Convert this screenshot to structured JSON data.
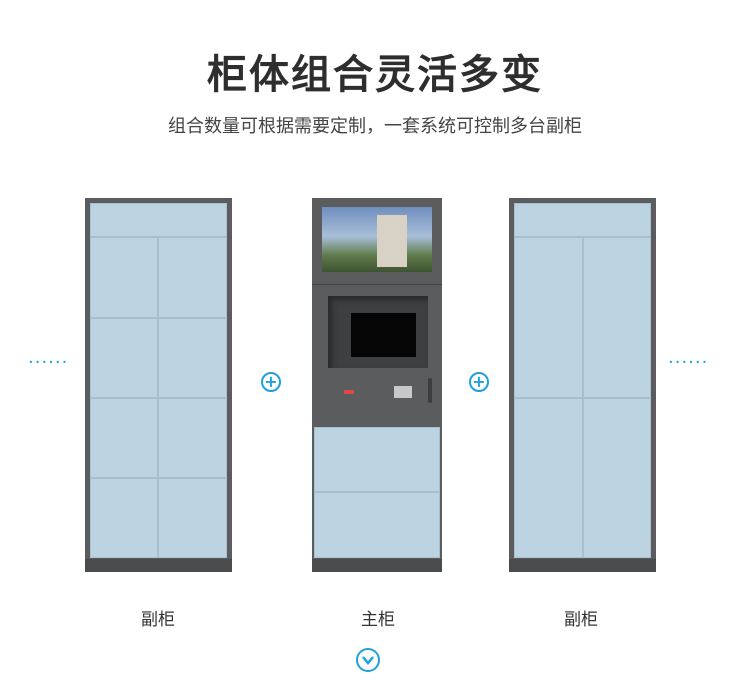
{
  "title": "柜体组合灵活多变",
  "subtitle": "组合数量可根据需要定制，一套系统可控制多台副柜",
  "cabinets": [
    {
      "label": "副柜"
    },
    {
      "label": "主柜"
    },
    {
      "label": "副柜"
    }
  ],
  "more_indicator": "······",
  "colors": {
    "accent": "#1ea0e0",
    "frame": "#5b5c5e",
    "panel": "#bcd3e1"
  }
}
